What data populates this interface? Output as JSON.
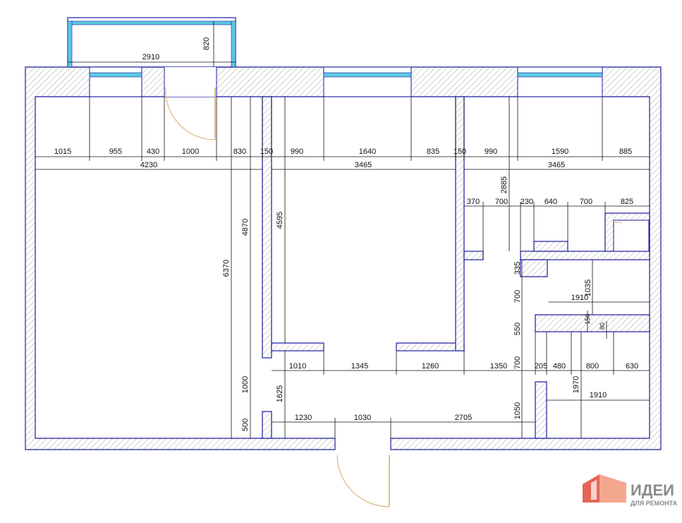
{
  "dimensions": {
    "balcony_width": "2910",
    "balcony_depth": "820",
    "top_row": [
      "1015",
      "955",
      "430",
      "1000",
      "830",
      "150",
      "990",
      "1640",
      "835",
      "150",
      "990",
      "1590",
      "885"
    ],
    "second_row": [
      "4230",
      "3465",
      "3465"
    ],
    "room_left_height": "6370",
    "room_left_inner": "4870",
    "room_mid_height": "4595",
    "right_vertical": "2885",
    "kitchen_row": [
      "370",
      "700",
      "230",
      "640",
      "700",
      "825"
    ],
    "bath_dims": [
      "335",
      "700",
      "1035",
      "1910",
      "550",
      "150",
      "80"
    ],
    "lower_row": [
      "1010",
      "1345",
      "1260",
      "1350",
      "700",
      "205",
      "480",
      "800",
      "630"
    ],
    "corridor_vertical": [
      "1000",
      "1625",
      "500",
      "1970",
      "1050"
    ],
    "bottom_row": [
      "1230",
      "1030",
      "2705",
      "1910"
    ]
  },
  "logo": {
    "line1": "ИДЕИ",
    "line2": "ДЛЯ РЕМОНТА"
  },
  "colors": {
    "wall_stroke": "#1a1aa0",
    "window": "#5bc8e0",
    "door_arc": "#d9a56b",
    "hatch": "#9a9a9a",
    "logo_red": "#e04a3a",
    "logo_grey": "#8a8a8a"
  }
}
